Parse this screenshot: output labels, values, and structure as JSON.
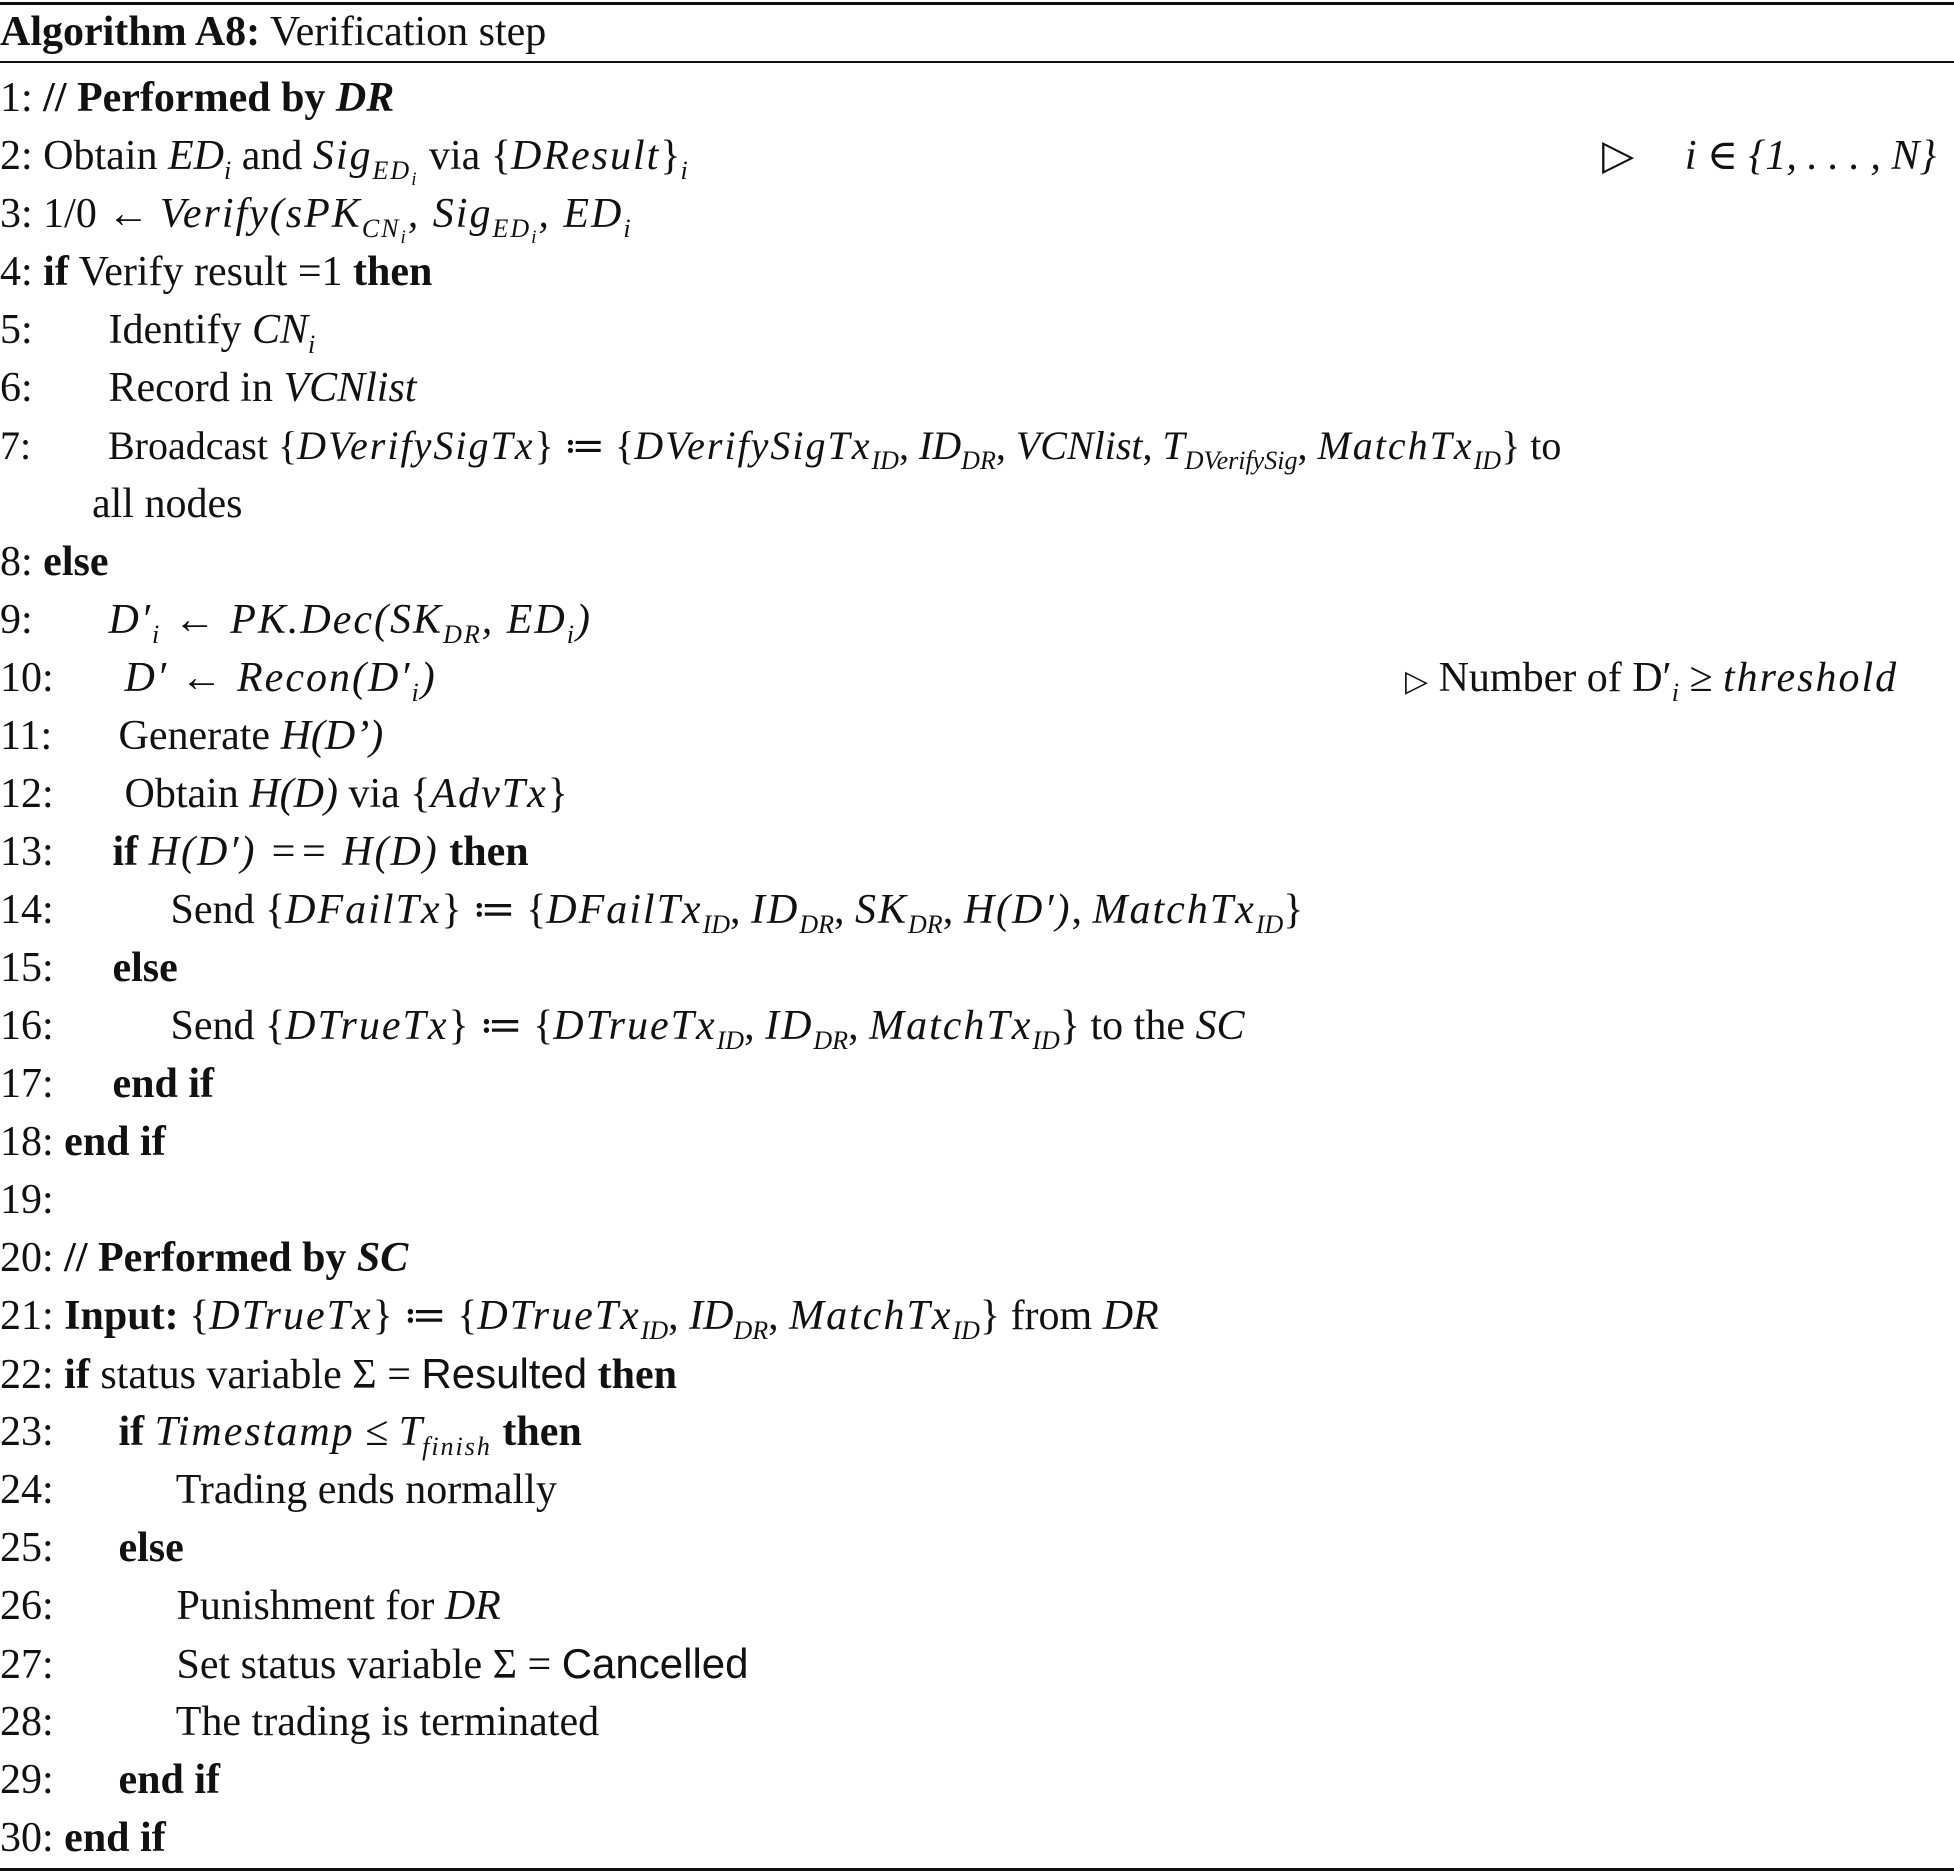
{
  "title": {
    "label": "Algorithm A8:",
    "text": "Verification step"
  },
  "lines": {
    "l1": {
      "num": "1:",
      "text": "// Performed by",
      "who": "DR"
    },
    "l2": {
      "num": "2:",
      "a": "Obtain",
      "ed": "ED",
      "i": "i",
      "and": "and",
      "sig": "Sig",
      "sub_ed": "ED",
      "via": "via",
      "brace_open": "{",
      "dresult": "DResult",
      "brace_close": "}",
      "comment_tri": "▷",
      "comment": "i ∈ {1, . . . , N}"
    },
    "l3": {
      "num": "3:",
      "lhs": "1/0 ←",
      "verify": "Verify(sPK",
      "cn": "CN",
      "comma1": ", Sig",
      "ed": "ED",
      "comma2": ", ED"
    },
    "l4": {
      "num": "4:",
      "kw_if": "if",
      "cond": "Verify result =1",
      "kw_then": "then"
    },
    "l5": {
      "num": "5:",
      "text": "Identify",
      "cn": "CN"
    },
    "l6": {
      "num": "6:",
      "text": "Record in",
      "list": "VCNlist"
    },
    "l7": {
      "num": "7:",
      "text": "Broadcast",
      "tx": "DVerifySigTx",
      "assign": "≔",
      "id_tx": "DVerifySigTx",
      "id": "ID",
      "iddr": "ID",
      "dr": "DR",
      "vcn": "VCNlist",
      "t": "T",
      "tsub": "DVerifySig",
      "match": "MatchTx",
      "to": "to"
    },
    "l7b": {
      "text": "all nodes"
    },
    "l8": {
      "num": "8:",
      "kw": "else"
    },
    "l9": {
      "num": "9:",
      "lhs": "D′",
      "arrow": "← PK.Dec(SK",
      "dr": "DR",
      "rest": ", ED"
    },
    "l10": {
      "num": "10:",
      "lhs": "D′ ← Recon(D′",
      "close": ")",
      "comment_tri": "▷",
      "comment_a": "Number of D′",
      "comment_b": "≥",
      "comment_c": "threshold"
    },
    "l11": {
      "num": "11:",
      "text": "Generate",
      "expr": "H(D’)"
    },
    "l12": {
      "num": "12:",
      "text": "Obtain",
      "expr": "H(D)",
      "via": "via",
      "tx": "AdvTx"
    },
    "l13": {
      "num": "13:",
      "kw_if": "if",
      "cond": "H(D′) == H(D)",
      "kw_then": "then"
    },
    "l14": {
      "num": "14:",
      "text": "Send",
      "tx": "DFailTx",
      "id_tx": "DFailTx",
      "id": "ID",
      "iddr": "ID",
      "dr": "DR",
      "sk": "SK",
      "hd": "H(D′)",
      "match": "MatchTx"
    },
    "l15": {
      "num": "15:",
      "kw": "else"
    },
    "l16": {
      "num": "16:",
      "text": "Send",
      "tx": "DTrueTx",
      "id_tx": "DTrueTx",
      "id": "ID",
      "iddr": "ID",
      "dr": "DR",
      "match": "MatchTx",
      "to": "to the",
      "sc": "SC"
    },
    "l17": {
      "num": "17:",
      "kw": "end if"
    },
    "l18": {
      "num": "18:",
      "kw": "end if"
    },
    "l19": {
      "num": "19:"
    },
    "l20": {
      "num": "20:",
      "text": "// Performed by",
      "who": "SC"
    },
    "l21": {
      "num": "21:",
      "kw": "Input:",
      "tx": "DTrueTx",
      "id_tx": "DTrueTx",
      "id": "ID",
      "iddr": "ID",
      "dr": "DR",
      "match": "MatchTx",
      "from": "from",
      "who": "DR"
    },
    "l22": {
      "num": "22:",
      "kw_if": "if",
      "cond": "status variable Σ =",
      "state": "Resulted",
      "kw_then": "then"
    },
    "l23": {
      "num": "23:",
      "kw_if": "if",
      "ts": "Timestamp",
      "le": "≤",
      "t": "T",
      "tsub": "finish",
      "kw_then": "then"
    },
    "l24": {
      "num": "24:",
      "text": "Trading ends normally"
    },
    "l25": {
      "num": "25:",
      "kw": "else"
    },
    "l26": {
      "num": "26:",
      "text": "Punishment for",
      "who": "DR"
    },
    "l27": {
      "num": "27:",
      "text": "Set status variable Σ =",
      "state": "Cancelled"
    },
    "l28": {
      "num": "28:",
      "text": "The trading is terminated"
    },
    "l29": {
      "num": "29:",
      "kw": "end if"
    },
    "l30": {
      "num": "30:",
      "kw": "end if"
    }
  }
}
